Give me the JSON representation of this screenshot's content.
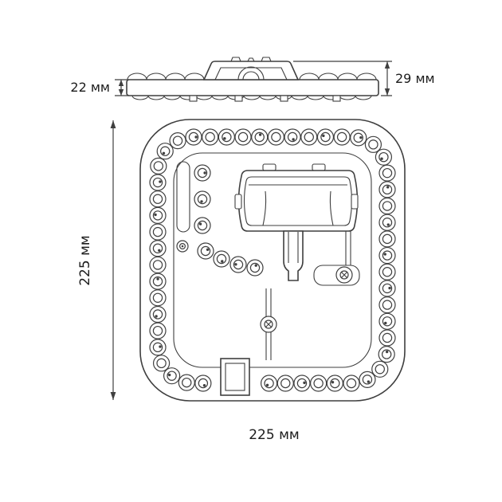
{
  "colors": {
    "background": "#ffffff",
    "line": "#3f3f3f",
    "text": "#1c1c1c"
  },
  "side_view": {
    "profile_height_label": "22 мм",
    "total_height_label": "29 мм"
  },
  "top_view": {
    "height_label": "225 мм",
    "width_label": "225 мм"
  }
}
